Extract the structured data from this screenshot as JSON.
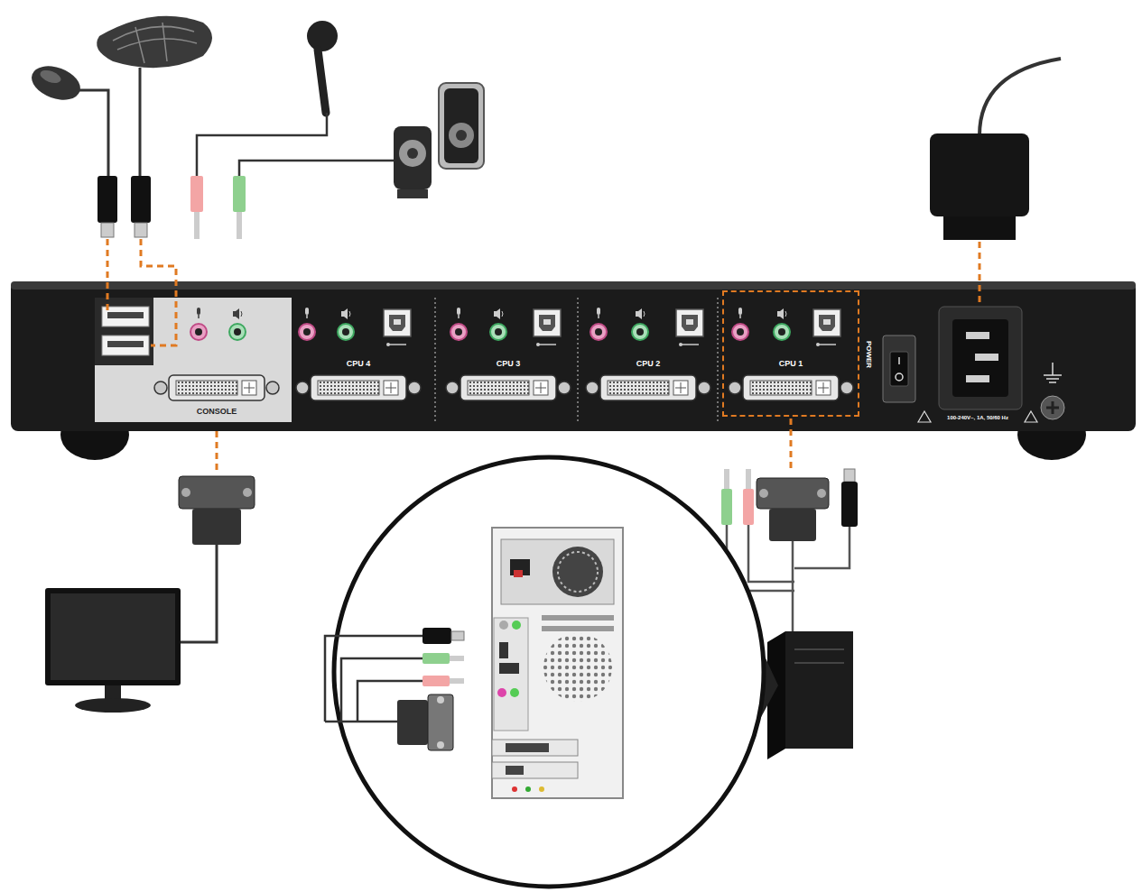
{
  "diagram": {
    "nodes": [
      {
        "text": [
          "CONSOLE"
        ]
      },
      {
        "text": [
          "CPU 1"
        ]
      }
    ],
    "labels": [
      "CPU 4",
      "CPU 3",
      "CPU 2",
      "POWER",
      "100-240V~, 1A, 50/60 Hz"
    ]
  }
}
